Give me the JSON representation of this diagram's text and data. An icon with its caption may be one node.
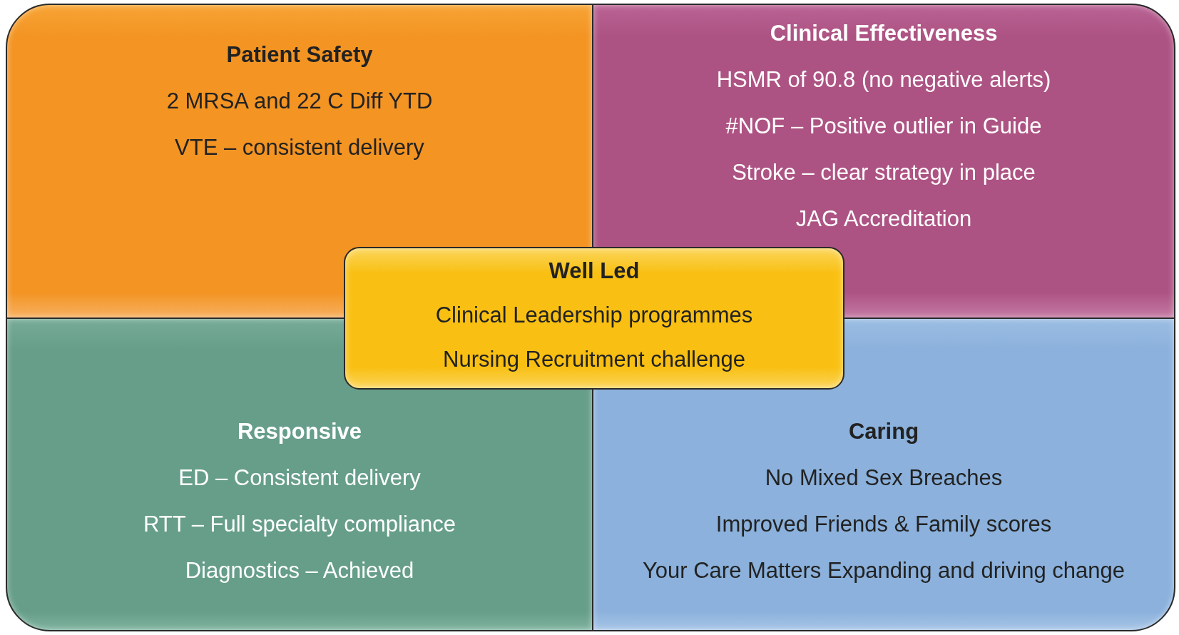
{
  "diagram": {
    "nodes": [
      {
        "text": [
          "Patient Safety",
          "2 MRSA and 22 C Diff YTD",
          "VTE – consistent delivery"
        ]
      },
      {
        "text": [
          "Clinical Effectiveness",
          "HSMR of 90.8 (no negative alerts)",
          "#NOF – Positive outlier in Guide",
          "Stroke – clear strategy in place",
          "JAG Accreditation"
        ]
      },
      {
        "text": [
          "Well Led",
          "Clinical Leadership programmes",
          "Nursing Recruitment challenge"
        ]
      },
      {
        "text": [
          "Responsive",
          "ED – Consistent delivery",
          "RTT – Full specialty compliance",
          "Diagnostics – Achieved"
        ]
      },
      {
        "text": [
          "Caring",
          "No Mixed Sex Breaches",
          "Improved Friends & Family scores",
          "Your Care Matters Expanding and driving change"
        ]
      }
    ]
  }
}
